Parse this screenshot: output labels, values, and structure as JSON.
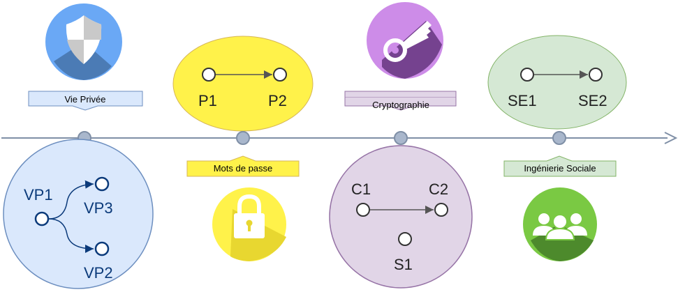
{
  "topics": {
    "privacy": {
      "label": "Vie Privée",
      "icon": "shield-icon",
      "nodes": [
        "VP1",
        "VP3",
        "VP2"
      ]
    },
    "passwords": {
      "label": "Mots de passe",
      "icon": "padlock-icon",
      "nodes": [
        "P1",
        "P2"
      ]
    },
    "crypto": {
      "label": "Cryptographie",
      "icon": "key-icon",
      "nodes": [
        "C1",
        "C2",
        "S1"
      ]
    },
    "social": {
      "label": "Ingénierie Sociale",
      "icon": "group-people-icon",
      "nodes": [
        "SE1",
        "SE2"
      ]
    }
  },
  "colors": {
    "timeline": "#7f8fa6",
    "timeline_dot": "#a9b7cc",
    "privacy_fill": "#dae8fc",
    "privacy_stroke": "#6c8ebf",
    "passwords_fill": "#fff24a",
    "crypto_fill": "#e1d5e7",
    "crypto_stroke": "#9673a6",
    "social_fill": "#d5e8d4",
    "social_stroke": "#82b366",
    "node_text_blue": "#0b3a7a",
    "node_text_dark": "#222222"
  }
}
